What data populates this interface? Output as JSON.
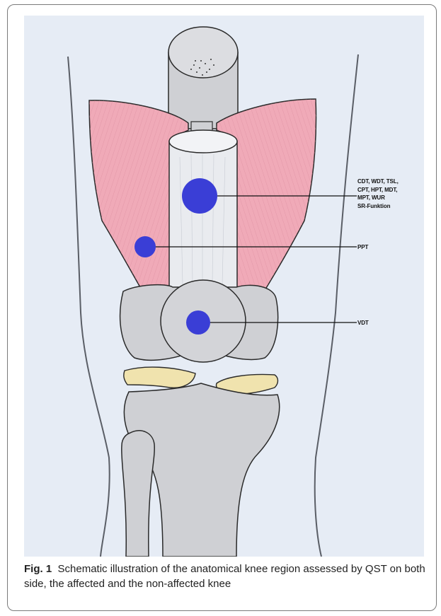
{
  "figure": {
    "labels": {
      "top_lines": [
        "CDT, WDT, TSL,",
        "CPT, HPT, MDT,",
        "MPT, WUR",
        "SR-Funktion"
      ],
      "middle": "PPT",
      "bottom": "VDT"
    },
    "caption": {
      "prefix": "Fig. 1",
      "text": "Schematic illustration of the anatomical knee region assessed by QST on both side, the affected and the non-affected knee"
    },
    "colors": {
      "background": "#e6ecf5",
      "muscle": "#f0aab8",
      "bone": "#cfd0d4",
      "cartilage": "#f0e3ae",
      "marker": "#3a3ed6"
    }
  }
}
